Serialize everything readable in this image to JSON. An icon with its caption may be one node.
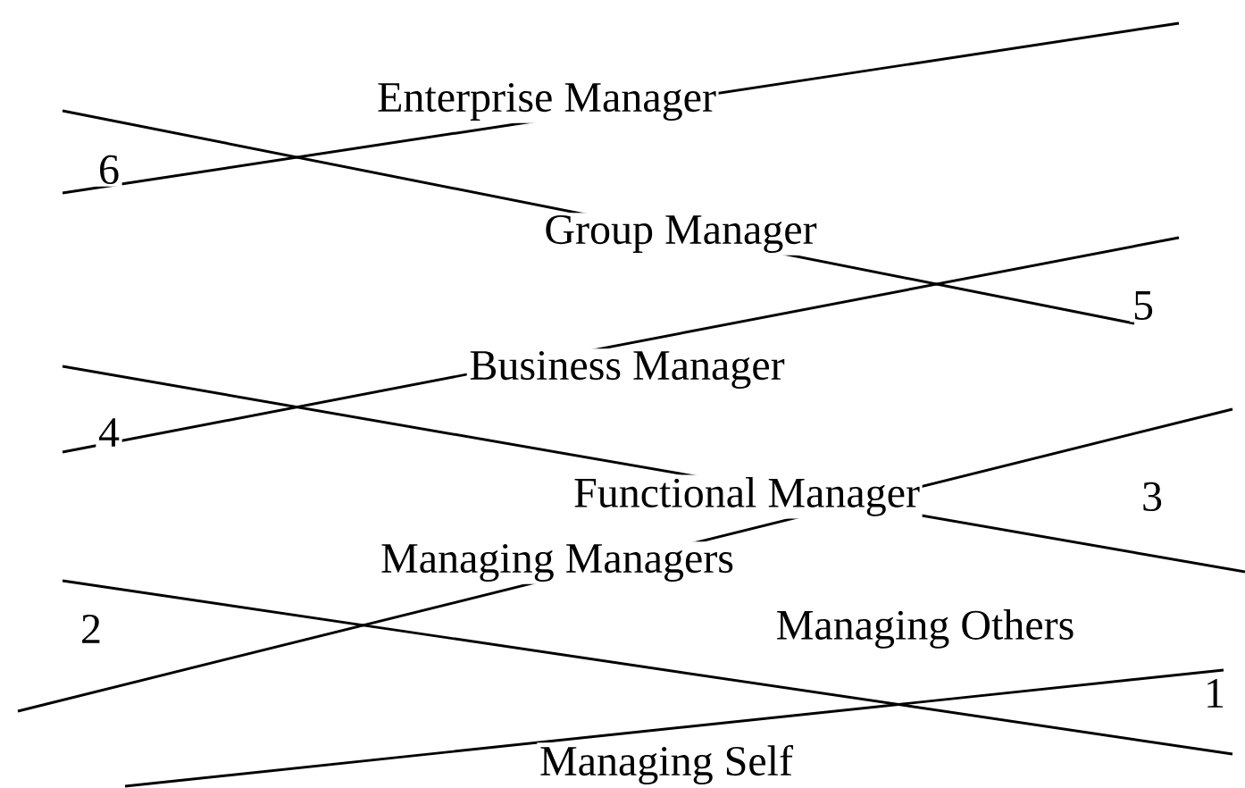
{
  "diagram": {
    "labels": [
      "Enterprise Manager",
      "6",
      "Group Manager",
      "5",
      "Business Manager",
      "4",
      "Functional Manager",
      "3",
      "Managing Managers",
      "2",
      "Managing Others",
      "1",
      "Managing Self"
    ]
  }
}
